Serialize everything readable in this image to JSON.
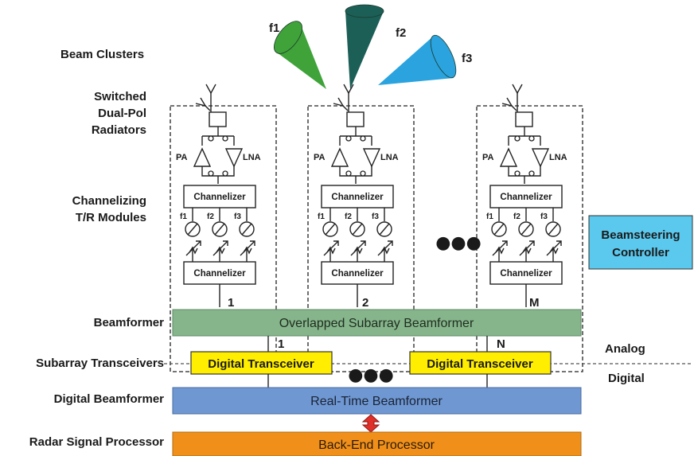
{
  "labels": {
    "beam_clusters": "Beam Clusters",
    "radiators": [
      "Switched",
      "Dual-Pol",
      "Radiators"
    ],
    "tr_modules": [
      "Channelizing",
      "T/R Modules"
    ],
    "beamformer": "Beamformer",
    "subarray_transceivers": "Subarray Transceivers",
    "digital_beamformer": "Digital Beamformer",
    "radar_signal_processor": "Radar Signal Processor",
    "analog": "Analog",
    "digital": "Digital"
  },
  "beams": [
    {
      "name": "f1",
      "color": "#3fa33a"
    },
    {
      "name": "f2",
      "color": "#1c5f57"
    },
    {
      "name": "f3",
      "color": "#2aa3de"
    }
  ],
  "module": {
    "pa": "PA",
    "lna": "LNA",
    "channelizer": "Channelizer",
    "channels": [
      "f1",
      "f2",
      "f3"
    ]
  },
  "module_indices": [
    "1",
    "2",
    "M"
  ],
  "ellipsis": "●●●",
  "beamsteering": {
    "line1": "Beamsteering",
    "line2": "Controller",
    "color": "#5bc8ee"
  },
  "overlapped": {
    "label": "Overlapped Subarray Beamformer",
    "color": "#86b58c"
  },
  "transceivers": [
    {
      "index": "1",
      "label": "Digital Transceiver"
    },
    {
      "index": "N",
      "label": "Digital Transceiver"
    }
  ],
  "transceiver_color": "#ffee00",
  "realtime": {
    "label": "Real-Time Beamformer",
    "color": "#6f97d1"
  },
  "backend": {
    "label": "Back-End Processor",
    "color": "#f0901b"
  },
  "arrow_color": "#e0302a"
}
